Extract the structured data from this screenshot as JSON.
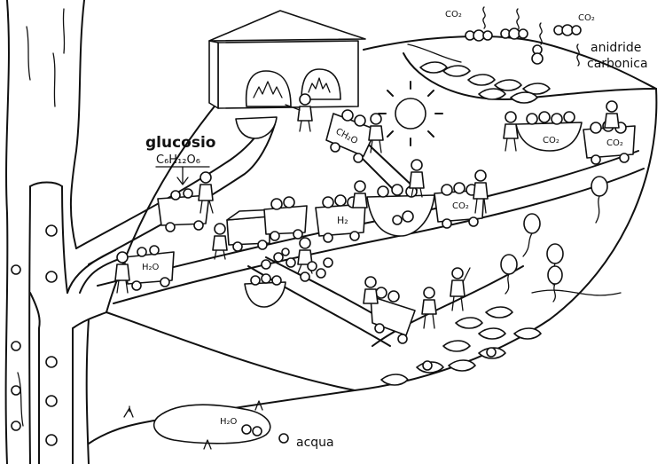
{
  "labels": {
    "glucose": "glucosio",
    "glucose_formula": "C₆H₁₂O₆",
    "co2_top_left": "CO₂",
    "co2_top_right": "CO₂",
    "carbon_dioxide_line1": "anidride",
    "carbon_dioxide_line2": "carbonica",
    "co2_bowl": "CO₂",
    "co2_cart_right": "CO₂",
    "co2_cart_middle": "CO₂",
    "h2_cart": "H₂",
    "ch2o_cart": "CH₂O",
    "h2o_cart": "H₂O",
    "h2o_puddle": "H₂O",
    "water": "acqua"
  }
}
